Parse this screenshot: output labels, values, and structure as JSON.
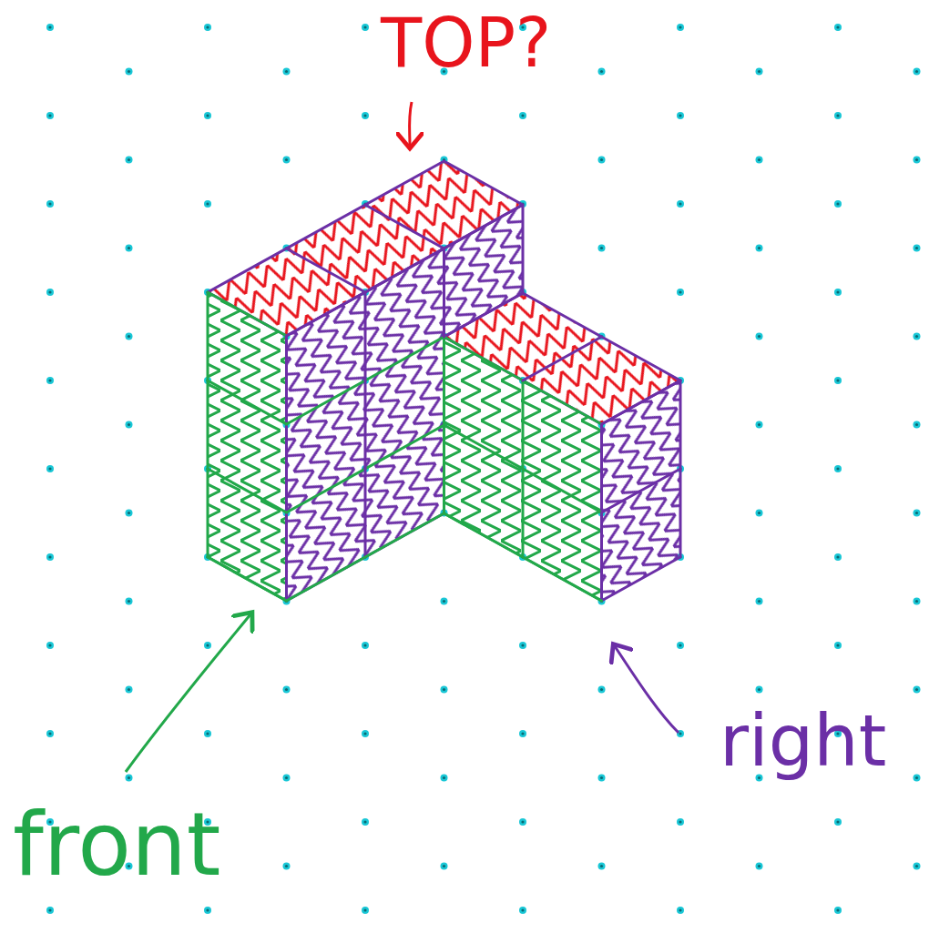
{
  "diagram": {
    "labels": [
      "TOP?",
      "front",
      "right"
    ]
  }
}
